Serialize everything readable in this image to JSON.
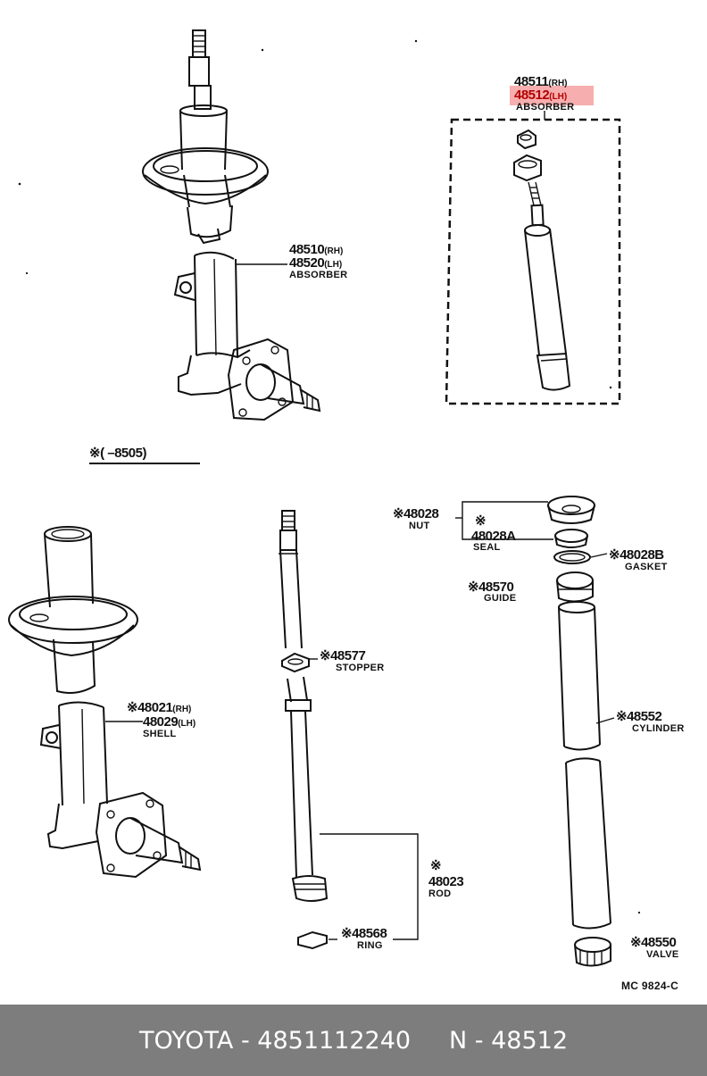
{
  "labels": {
    "top_absorber": {
      "rh_num": "48511",
      "rh_sfx": "(RH)",
      "lh_num": "48512",
      "lh_sfx": "(LH)",
      "name": "ABSORBER"
    },
    "mid_absorber": {
      "rh_num": "48510",
      "rh_sfx": "(RH)",
      "lh_num": "48520",
      "lh_sfx": "(LH)",
      "name": "ABSORBER"
    },
    "date_note": "※(       –8505)",
    "nut": {
      "num": "※48028",
      "name": "NUT"
    },
    "seal": {
      "mark": "※",
      "num": "48028A",
      "name": "SEAL"
    },
    "gasket": {
      "num": "※48028B",
      "name": "GASKET"
    },
    "guide": {
      "num": "※48570",
      "name": "GUIDE"
    },
    "stopper": {
      "num": "※48577",
      "name": "STOPPER"
    },
    "shell": {
      "rh_num": "※48021",
      "rh_sfx": "(RH)",
      "lh_num": "48029",
      "lh_sfx": "(LH)",
      "name": "SHELL"
    },
    "cylinder": {
      "num": "※48552",
      "name": "CYLINDER"
    },
    "rod": {
      "mark": "※",
      "num": "48023",
      "name": "ROD"
    },
    "ring": {
      "num": "※48568",
      "name": "RING"
    },
    "valve": {
      "num": "※48550",
      "name": "VALVE"
    },
    "code": "MC  9824-C"
  },
  "footer": {
    "brand": "TOYOTA",
    "part_number": "4851112240",
    "n_label": "N",
    "n_value": "48512",
    "sep": " - "
  },
  "colors": {
    "highlight": "#f6a0a0",
    "footer_bg": "#7d7d7d",
    "line": "#111111"
  }
}
